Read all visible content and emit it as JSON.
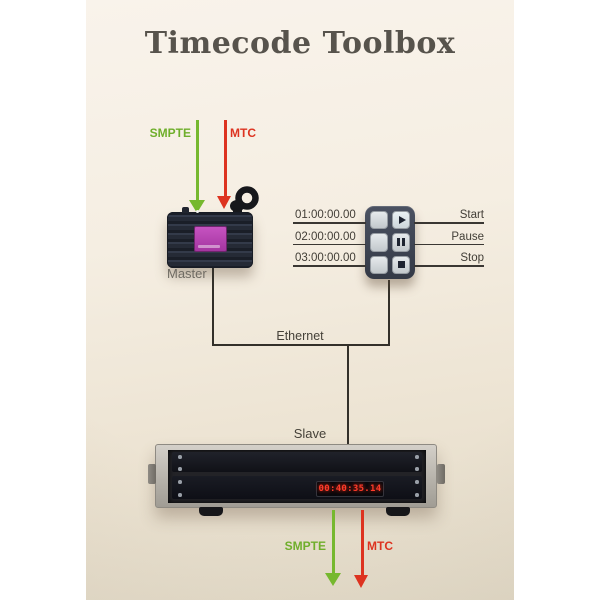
{
  "title": "Timecode Toolbox",
  "top_inputs": {
    "smpte": "SMPTE",
    "mtc": "MTC"
  },
  "master": {
    "label": "Master"
  },
  "keypad": {
    "rows": [
      {
        "timecode": "01:00:00.00",
        "action": "Start",
        "icon": "play"
      },
      {
        "timecode": "02:00:00.00",
        "action": "Pause",
        "icon": "pause"
      },
      {
        "timecode": "03:00:00.00",
        "action": "Stop",
        "icon": "stop"
      }
    ]
  },
  "network": {
    "ethernet": "Ethernet",
    "slave": "Slave"
  },
  "slave": {
    "display_value": "00:40:35.14"
  },
  "bottom_outputs": {
    "smpte": "SMPTE",
    "mtc": "MTC"
  },
  "colors": {
    "smpte_green": "#6fae2b",
    "mtc_red": "#dd3320",
    "line": "#33302a",
    "led_red": "#ff3b2a",
    "screen_magenta": "#b844b4"
  }
}
